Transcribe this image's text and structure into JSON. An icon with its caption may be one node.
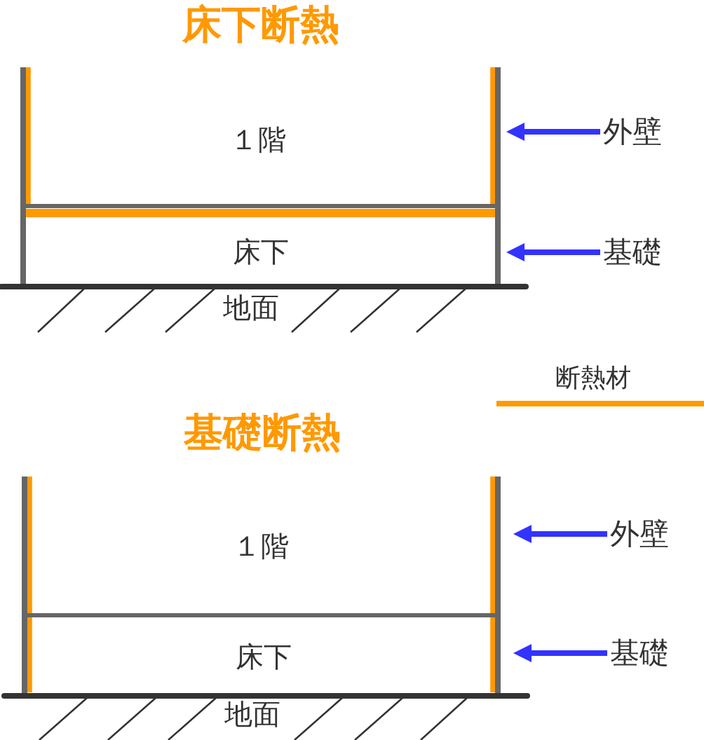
{
  "diagram": {
    "nodes": [
      {
        "text": [
          "外壁"
        ]
      },
      {
        "text": [
          "基礎"
        ]
      },
      {
        "text": [
          "外壁"
        ]
      },
      {
        "text": [
          "基礎"
        ]
      }
    ],
    "edges": [
      {
        "from": 0,
        "to": null,
        "arrow": "to"
      },
      {
        "from": 1,
        "to": null,
        "arrow": "to"
      },
      {
        "from": 2,
        "to": null,
        "arrow": "to"
      },
      {
        "from": 3,
        "to": null,
        "arrow": "to"
      }
    ],
    "labels": [
      "床下断熱",
      "１階",
      "床下",
      "地面",
      "基礎断熱",
      "１階",
      "床下",
      "地面"
    ],
    "legend": [
      {
        "text": "断熱材"
      }
    ]
  }
}
